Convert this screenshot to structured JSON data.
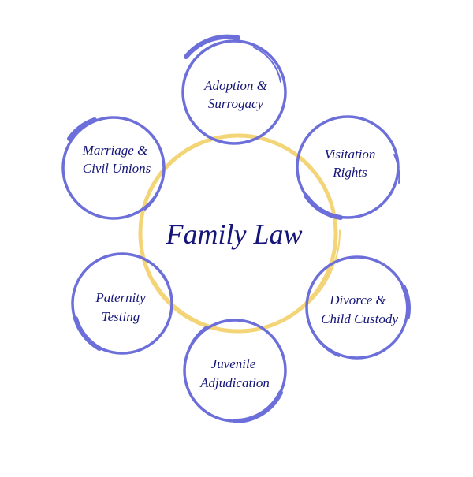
{
  "diagram": {
    "center": {
      "label": "Family Law"
    },
    "nodes": [
      {
        "id": "adoption",
        "lines": [
          "Adoption &",
          "Surrogacy"
        ]
      },
      {
        "id": "visitation",
        "lines": [
          "Visitation",
          "Rights"
        ]
      },
      {
        "id": "divorce",
        "lines": [
          "Divorce &",
          "Child Custody"
        ]
      },
      {
        "id": "juvenile",
        "lines": [
          "Juvenile",
          "Adjudication"
        ]
      },
      {
        "id": "paternity",
        "lines": [
          "Paternity",
          "Testing"
        ]
      },
      {
        "id": "marriage",
        "lines": [
          "Marriage &",
          "Civil Unions"
        ]
      }
    ]
  },
  "colors": {
    "node_circle": "#6c6fd9",
    "center_circle": "#f3d577",
    "text": "#15157a",
    "background": "#ffffff"
  }
}
